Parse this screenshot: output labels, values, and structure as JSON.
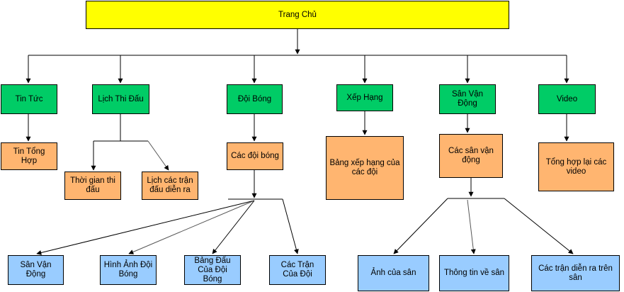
{
  "root": {
    "label": "Trang Chủ"
  },
  "categories": [
    {
      "label": "Tin Tức"
    },
    {
      "label": "Lịch Thi Đấu"
    },
    {
      "label": "Đội Bóng"
    },
    {
      "label": "Xếp Hạng"
    },
    {
      "label": "Sân Vận Động"
    },
    {
      "label": "Video"
    }
  ],
  "details": [
    {
      "label": "Tin Tổng Hợp"
    },
    {
      "label": "Thời gian thi đấu"
    },
    {
      "label": "Lịch các trận đấu diễn ra"
    },
    {
      "label": "Các đội bóng"
    },
    {
      "label": "Bảng xếp hạng của các đội"
    },
    {
      "label": "Các sân vận động"
    },
    {
      "label": "Tổng hợp lại các video"
    }
  ],
  "leaves": [
    {
      "label": "Sân Vận Động"
    },
    {
      "label": "Hình Ảnh Đội Bóng"
    },
    {
      "label": "Bảng Đấu Của Đội Bóng"
    },
    {
      "label": "Các Trận Của Đội"
    },
    {
      "label": "Ảnh của sân"
    },
    {
      "label": "Thông tin về sân"
    },
    {
      "label": "Các trận diễn ra trên sân"
    }
  ],
  "colors": {
    "root": "#ffff00",
    "category": "#00cc66",
    "detail": "#ffb570",
    "leaf": "#99ccff",
    "line": "#000000"
  }
}
